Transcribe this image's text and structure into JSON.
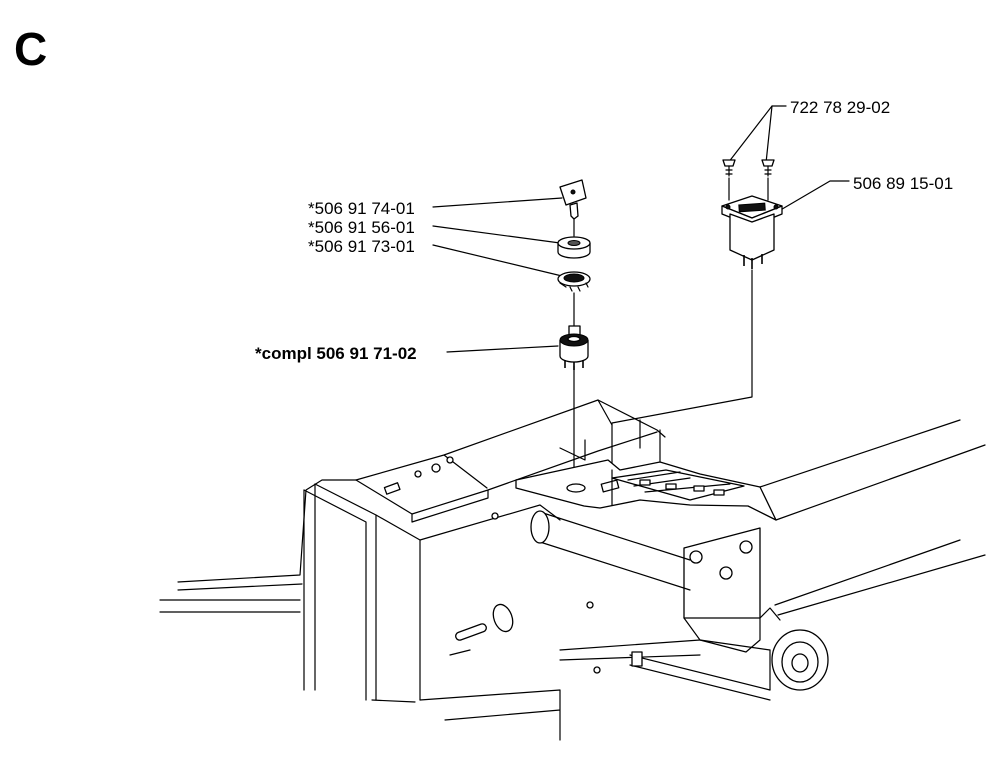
{
  "section": {
    "letter": "C"
  },
  "parts": [
    {
      "id": "rivet",
      "number": "722 78 29-02",
      "bold": false
    },
    {
      "id": "socket",
      "number": "506 89 15-01",
      "bold": false
    },
    {
      "id": "key",
      "number": "*506 91 74-01",
      "bold": false
    },
    {
      "id": "nut",
      "number": "*506 91 56-01",
      "bold": false
    },
    {
      "id": "washer",
      "number": "*506 91 73-01",
      "bold": false
    },
    {
      "id": "ignition-switch",
      "number": "*compl 506 91 71-02",
      "bold": true
    }
  ]
}
